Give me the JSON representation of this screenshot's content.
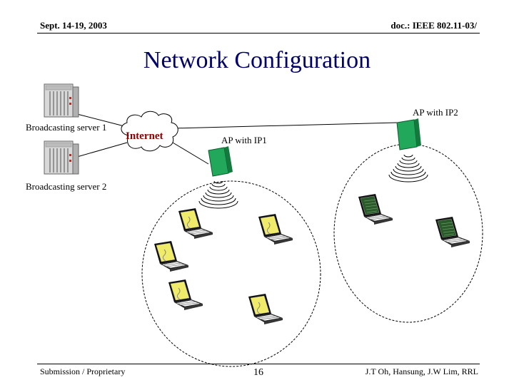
{
  "header": {
    "date": "Sept. 14-19, 2003",
    "doc": "doc.: IEEE 802.11-03/"
  },
  "title": "Network Configuration",
  "labels": {
    "server1": "Broadcasting server 1",
    "server2": "Broadcasting server 2",
    "internet": "Internet",
    "ap1": "AP with IP1",
    "ap2": "AP with IP2"
  },
  "footer": {
    "left": "Submission / Proprietary",
    "page": "16",
    "authors": "J.T Oh, Hansung, J.W Lim, RRL"
  },
  "colors": {
    "title": "#000066",
    "internet_text": "#8b0000",
    "ap_green": "#22a85a",
    "laptop_screen_ip1": "#f0ec6a",
    "laptop_screen_ip2": "#2a5a2a"
  }
}
